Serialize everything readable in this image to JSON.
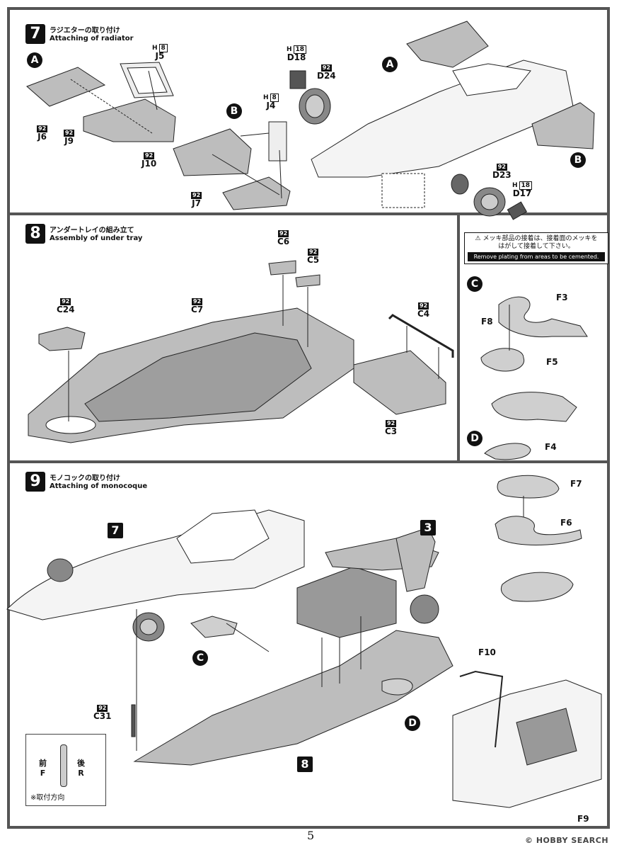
{
  "page_number": "5",
  "watermark": "© HOBBY SEARCH",
  "steps": [
    {
      "num": "7",
      "jp": "ラジエターの取り付け",
      "en": "Attaching of radiator"
    },
    {
      "num": "8",
      "jp": "アンダートレイの組み立て",
      "en": "Assembly of under tray"
    },
    {
      "num": "9",
      "jp": "モノコックの取り付け",
      "en": "Attaching of monocoque"
    }
  ],
  "markers": {
    "A": "A",
    "B": "B",
    "C": "C",
    "D": "D"
  },
  "step7_parts": {
    "J5": {
      "h": "H",
      "hnum": "8",
      "code": "J5"
    },
    "J6": {
      "badge": "92",
      "code": "J6"
    },
    "J9": {
      "badge": "92",
      "code": "J9"
    },
    "J4": {
      "h": "H",
      "hnum": "8",
      "code": "J4"
    },
    "J10": {
      "badge": "92",
      "code": "J10"
    },
    "J7": {
      "badge": "92",
      "code": "J7"
    },
    "D18": {
      "h": "H",
      "hnum": "18",
      "code": "D18"
    },
    "D24": {
      "badge": "92",
      "code": "D24"
    },
    "D23": {
      "badge": "92",
      "code": "D23"
    },
    "D17": {
      "h": "H",
      "hnum": "18",
      "code": "D17"
    }
  },
  "step8_parts": {
    "C6": {
      "badge": "92",
      "code": "C6"
    },
    "C5": {
      "badge": "92",
      "code": "C5"
    },
    "C24": {
      "badge": "92",
      "code": "C24"
    },
    "C7": {
      "badge": "92",
      "code": "C7"
    },
    "C4": {
      "badge": "92",
      "code": "C4"
    },
    "C3": {
      "badge": "92",
      "code": "C3"
    }
  },
  "warning": {
    "jp_line1": "メッキ部品の接着は、接着面のメッキを",
    "jp_line2": "はがして接着して下さい。",
    "en": "Remove plating from areas to be cemented."
  },
  "side_parts": {
    "F3": "F3",
    "F8": "F8",
    "F5": "F5",
    "F4": "F4",
    "F7": "F7",
    "F6": "F6"
  },
  "step9": {
    "ref7": "7",
    "ref3": "3",
    "ref8": "8",
    "C31": {
      "badge": "92",
      "code": "C31"
    },
    "orientation": {
      "front_jp": "前",
      "front_en": "F",
      "rear_jp": "後",
      "rear_en": "R",
      "note": "※取付方向"
    },
    "F10": "F10",
    "F9": "F9"
  }
}
